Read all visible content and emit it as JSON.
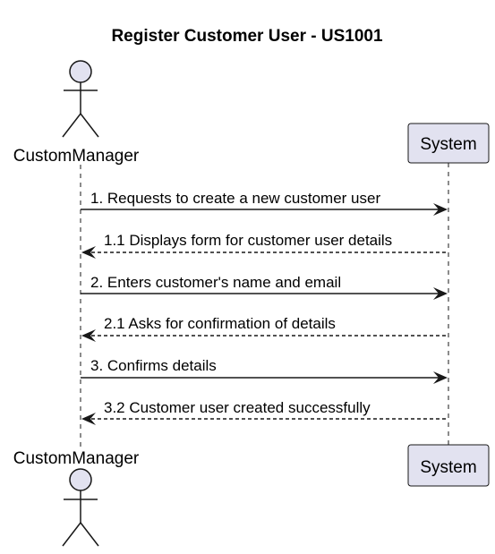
{
  "title": "Register Customer User - US1001",
  "actor": {
    "name": "CustomManager",
    "icon": "stick-figure-icon"
  },
  "participant": {
    "name": "System"
  },
  "colors": {
    "participant_fill": "#e2e2f0",
    "participant_border": "#181818",
    "lifeline": "#181818",
    "arrow": "#181818"
  },
  "messages": [
    {
      "text": "1. Requests to create a new customer user",
      "direction": "actor-to-system",
      "style": "solid"
    },
    {
      "text": "1.1 Displays form for customer user details",
      "direction": "system-to-actor",
      "style": "dashed"
    },
    {
      "text": "2. Enters customer's name and email",
      "direction": "actor-to-system",
      "style": "solid"
    },
    {
      "text": "2.1 Asks for confirmation of details",
      "direction": "system-to-actor",
      "style": "dashed"
    },
    {
      "text": "3. Confirms details",
      "direction": "actor-to-system",
      "style": "solid"
    },
    {
      "text": "3.2 Customer user created successfully",
      "direction": "system-to-actor",
      "style": "dashed"
    }
  ]
}
